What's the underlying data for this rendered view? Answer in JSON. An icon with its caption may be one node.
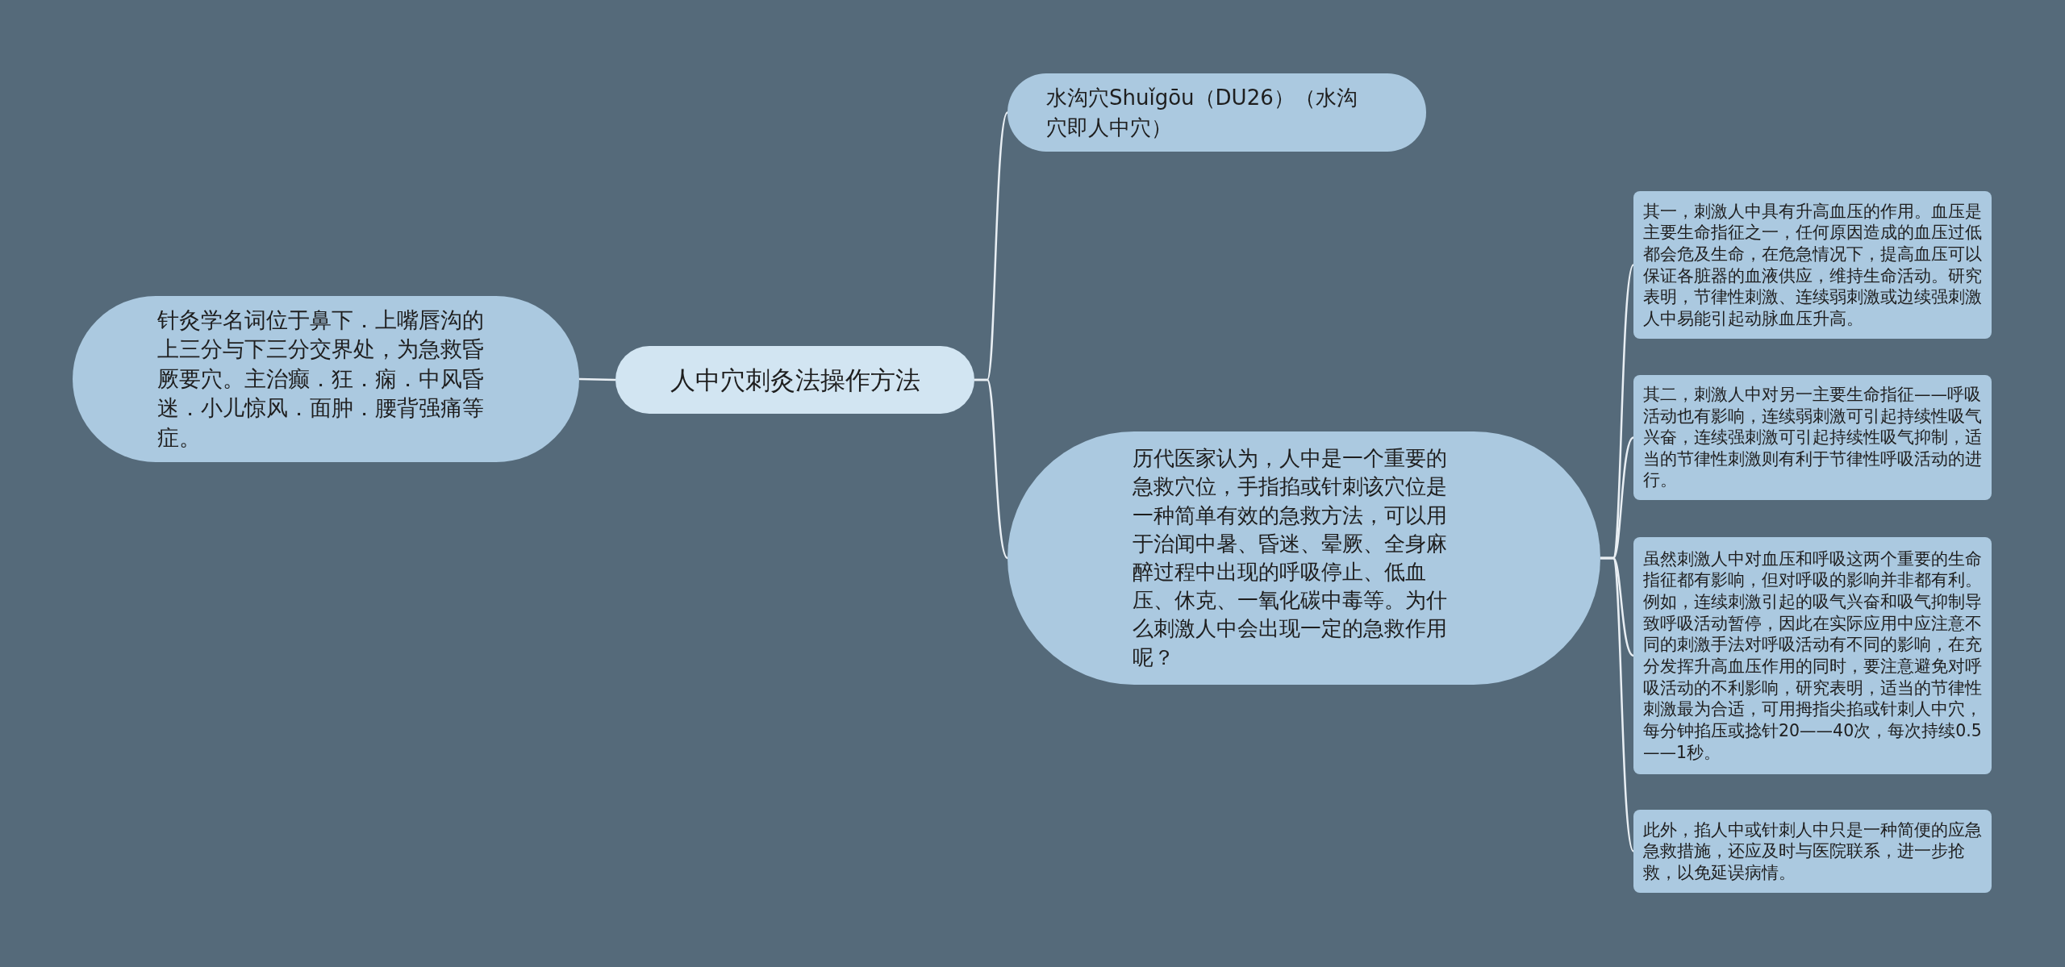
{
  "diagram": {
    "nodes": [
      {
        "text": [
          "人中穴刺灸法操作方法"
        ]
      },
      {
        "text": [
          "水沟穴Shuǐgōu（DU26）（水沟穴即人中穴）"
        ]
      },
      {
        "text": [
          "针灸学名词位于鼻下．上嘴唇沟的上三分与下三分交界处，为急救昏厥要穴。主治癫．狂．痫．中风昏迷．小儿惊风．面肿．腰背强痛等症。"
        ]
      },
      {
        "text": [
          "历代医家认为，人中是一个重要的急救穴位，手指掐或针刺该穴位是一种简单有效的急救方法，可以用于治闻中暑、昏迷、晕厥、全身麻醉过程中出现的呼吸停止、低血压、休克、一氧化碳中毒等。为什么刺激人中会出现一定的急救作用呢？"
        ]
      },
      {
        "text": [
          "其一，刺激人中具有升高血压的作用。血压是主要生命指征之一，任何原因造成的血压过低都会危及生命，在危急情况下，提高血压可以保证各脏器的血液供应，维持生命活动。研究表明，节律性刺激、连续弱刺激或边续强刺激人中易能引起动脉血压升高。"
        ]
      },
      {
        "text": [
          "其二，刺激人中对另一主要生命指征——呼吸活动也有影响，连续弱刺激可引起持续性吸气兴奋，连续强刺激可引起持续性吸气抑制，适当的节律性刺激则有利于节律性呼吸活动的进行。"
        ]
      },
      {
        "text": [
          "虽然刺激人中对血压和呼吸这两个重要的生命指征都有影响，但对呼吸的影响并非都有利。例如，连续刺激引起的吸气兴奋和吸气抑制导致呼吸活动暂停，因此在实际应用中应注意不同的刺激手法对呼吸活动有不同的影响，在充分发挥升高血压作用的同时，要注意避免对呼吸活动的不利影响，研究表明，适当的节律性刺激最为合适，可用拇指尖掐或针刺人中穴，每分钟掐压或捻针20——40次，每次持续0.5——1秒。"
        ]
      },
      {
        "text": [
          "此外，掐人中或针刺人中只是一种简便的应急急救措施，还应及时与医院联系，进一步抢救，以免延误病情。"
        ]
      }
    ],
    "edges": [
      {
        "from": 0,
        "to": 1,
        "arrow": "none"
      },
      {
        "from": 0,
        "to": 2,
        "arrow": "none"
      },
      {
        "from": 0,
        "to": 3,
        "arrow": "none"
      },
      {
        "from": 3,
        "to": 4,
        "arrow": "none"
      },
      {
        "from": 3,
        "to": 5,
        "arrow": "none"
      },
      {
        "from": 3,
        "to": 6,
        "arrow": "none"
      },
      {
        "from": 3,
        "to": 7,
        "arrow": "none"
      }
    ]
  }
}
